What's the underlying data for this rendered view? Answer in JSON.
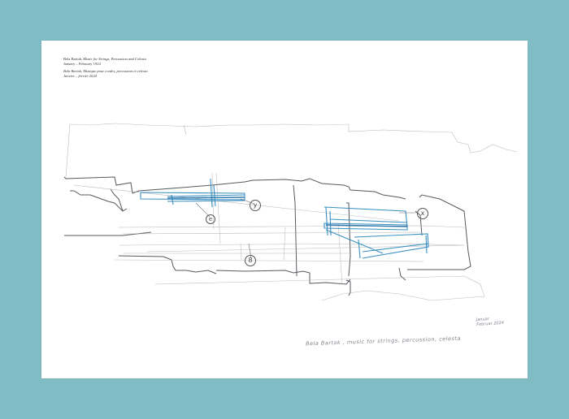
{
  "caption": {
    "line1_author": "Bela Bartok,",
    "line1_title": "Music for Strings, Percussion and Celesta",
    "line2": "January – February 1924",
    "line3": "Bela Bartok, Musique pour cordes, percussion et celesta",
    "line4": "Janvier – février 2024"
  },
  "sketch": {
    "markers": [
      "y",
      "e",
      "x",
      "8"
    ],
    "signature": "Bela Bartok , music for strings, percussion, celesta",
    "signature_date": [
      "Januar",
      "Februar 2024"
    ]
  },
  "colors": {
    "background": "#7fbcc4",
    "paper": "#ffffff",
    "pencil": "#55595f",
    "blue_pencil": "#3a8fc0"
  }
}
